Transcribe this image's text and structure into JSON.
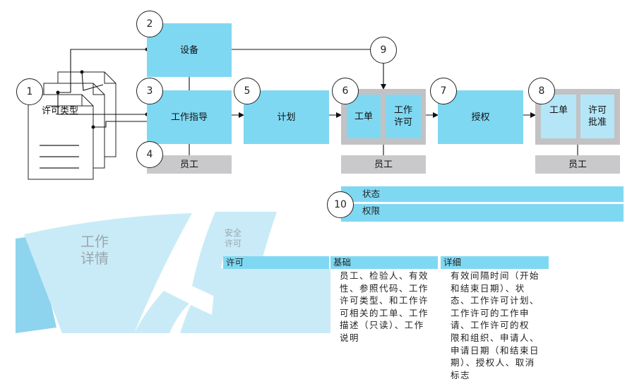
{
  "nodes": {
    "n1": {
      "number": "1"
    },
    "n2": {
      "number": "2",
      "label": "设备"
    },
    "n3": {
      "number": "3",
      "label": "工作指导"
    },
    "n4": {
      "number": "4",
      "label": "员工"
    },
    "n5": {
      "number": "5",
      "label": "计划"
    },
    "n6": {
      "number": "6",
      "left": "工单",
      "right": "工作\n许可",
      "footer": "员工"
    },
    "n7": {
      "number": "7",
      "label": "授权"
    },
    "n8": {
      "number": "8",
      "left": "工单",
      "right": "许可\n批准",
      "footer": "员工"
    },
    "n9": {
      "number": "9"
    },
    "n10": {
      "number": "10",
      "rows": [
        "状态",
        "权限"
      ]
    }
  },
  "document_label": "许可类型",
  "sectors": {
    "work_details": "工作\n详情",
    "safety_permit": "安全\n许可"
  },
  "table": {
    "row_label": "许可",
    "headers": [
      "基础",
      "详细"
    ],
    "basic": "员工、检验人、有效\n性、参照代码、工作\n许可类型、和工作许\n可相关的工单、工作\n描述（只读）、工作\n说明",
    "detail": "有效间隔时间（开始\n和结束日期）、状\n态、工作许可计划、\n工作许可的工作申\n请、工作许可的权\n限和组织、申请人、\n申请日期（和结束日\n期）、授权人、取消\n标志"
  },
  "colors": {
    "blue": "#7fd8f2",
    "light_blue": "#b5e6f7",
    "gray": "#c9c9cb",
    "sector": "#c9ebf7"
  }
}
